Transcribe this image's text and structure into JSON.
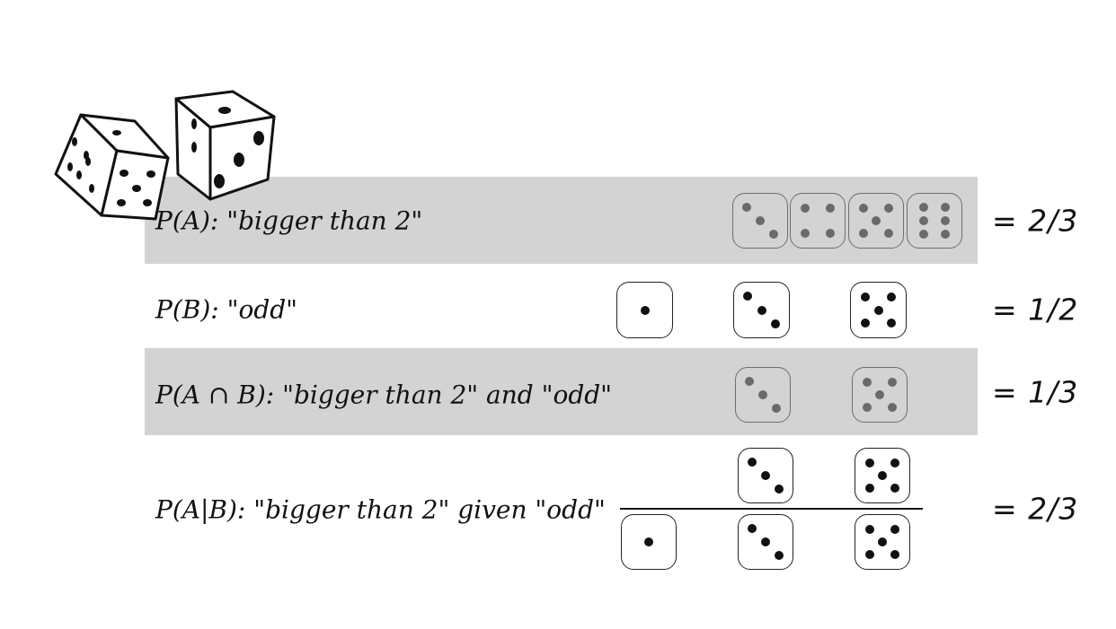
{
  "rows": [
    {
      "label": "P(A): \"bigger than 2\"",
      "result": "= 2/3",
      "faces": [
        3,
        4,
        5,
        6
      ]
    },
    {
      "label": "P(B): \"odd\"",
      "result": "= 1/2",
      "faces": [
        1,
        3,
        5
      ]
    },
    {
      "label": "P(A ∩ B): \"bigger than 2\" and \"odd\"",
      "result": "= 1/3",
      "faces": [
        3,
        5
      ]
    },
    {
      "label": "P(A|B): \"bigger than 2\" given \"odd\"",
      "result": "= 2/3",
      "numerator_faces": [
        3,
        5
      ],
      "denominator_faces": [
        1,
        3,
        5
      ]
    }
  ],
  "colors": {
    "band": "#d3d3d3",
    "gray_die": "#6a6a6a",
    "black_die": "#111111"
  },
  "icons": {
    "illustration": "pair-of-dice-icon"
  }
}
